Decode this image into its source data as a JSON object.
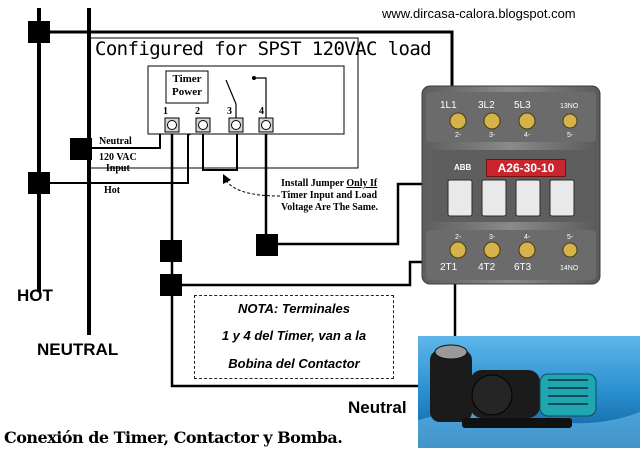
{
  "header": {
    "site_url": "www.dircasa-calora.blogspot.com",
    "title": "Configured for SPST 120VAC load"
  },
  "lines": {
    "hot_label": "HOT",
    "neutral_label": "NEUTRAL"
  },
  "timer": {
    "power_label_1": "Timer",
    "power_label_2": "Power",
    "terminals": [
      "1",
      "2",
      "3",
      "4"
    ],
    "neutral_label": "Neutral",
    "input_label_1": "120 VAC",
    "input_label_2": "Input",
    "hot_label": "Hot"
  },
  "jumper_note": {
    "line1_prefix": "Install Jumper ",
    "line1_emph": "Only If",
    "line2": "Timer Input and Load",
    "line3": "Voltage Are The Same."
  },
  "contactor": {
    "model": "A26-30-10",
    "brand": "ABB",
    "top_labels": [
      "1L1",
      "3L2",
      "5L3",
      "13NO"
    ],
    "top_sub": [
      "2-",
      "3-",
      "4-",
      "5-"
    ],
    "bottom_labels": [
      "2T1",
      "4T2",
      "6T3",
      "14NO"
    ],
    "bottom_sub": [
      "2-",
      "3-",
      "4-",
      "5-"
    ]
  },
  "note": {
    "line1": "NOTA: Terminales",
    "line2": "1 y 4 del Timer, van a la",
    "line3": "Bobina del Contactor"
  },
  "pump": {
    "neutral_label": "Neutral"
  },
  "footer": {
    "caption": "Conexión de Timer, Contactor y Bomba."
  },
  "colors": {
    "wire": "#000000",
    "contactor_body": "#7d7d7d",
    "model_plate": "#c8252c",
    "pump_body": "#1b1b1b",
    "pump_motor_accent": "#1fa6b0",
    "water": "#2a8fd0"
  }
}
